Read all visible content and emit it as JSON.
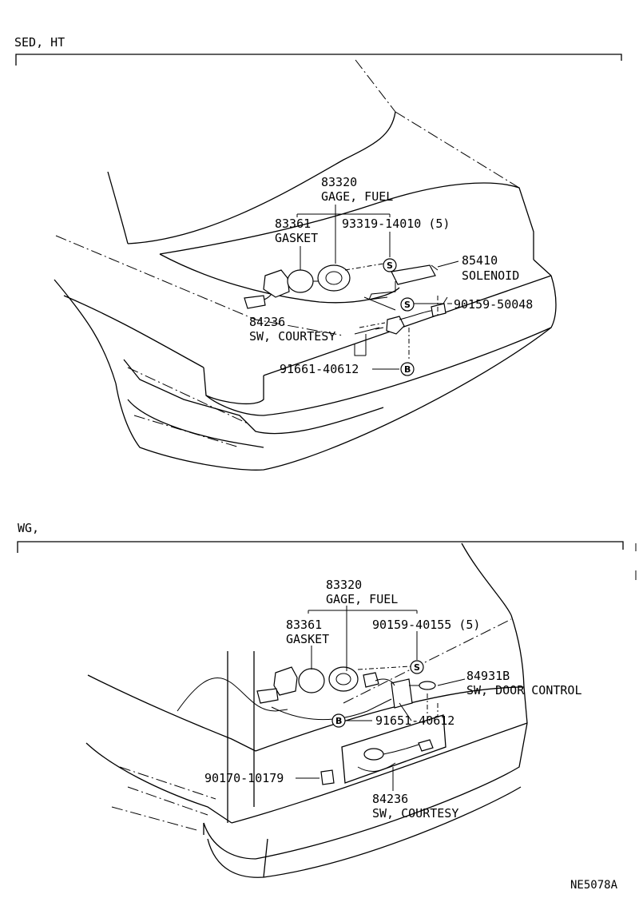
{
  "sections": [
    {
      "heading": "SED, HT",
      "labels": {
        "gage_fuel_no": "83320",
        "gage_fuel_name": "GAGE, FUEL",
        "gasket_no": "83361",
        "gasket_name": "GASKET",
        "screw_no": "93319-14010 (5)",
        "solenoid_no": "85410",
        "solenoid_name": "SOLENOID",
        "bolt_no": "90159-50048",
        "courtesy_no": "84236",
        "courtesy_name": "SW, COURTESY",
        "clip_no": "91661-40612",
        "mark_s": "S",
        "mark_b": "B"
      }
    },
    {
      "heading": "WG,",
      "labels": {
        "gage_fuel_no": "83320",
        "gage_fuel_name": "GAGE, FUEL",
        "gasket_no": "83361",
        "gasket_name": "GASKET",
        "screw_no": "90159-40155 (5)",
        "door_control_no": "84931B",
        "door_control_name": "SW, DOOR CONTROL",
        "clip_no": "91651-40612",
        "grommet_no": "90170-10179",
        "courtesy_no": "84236",
        "courtesy_name": "SW, COURTESY",
        "mark_s": "S",
        "mark_b": "B"
      }
    }
  ],
  "figure_code": "NE5078A"
}
